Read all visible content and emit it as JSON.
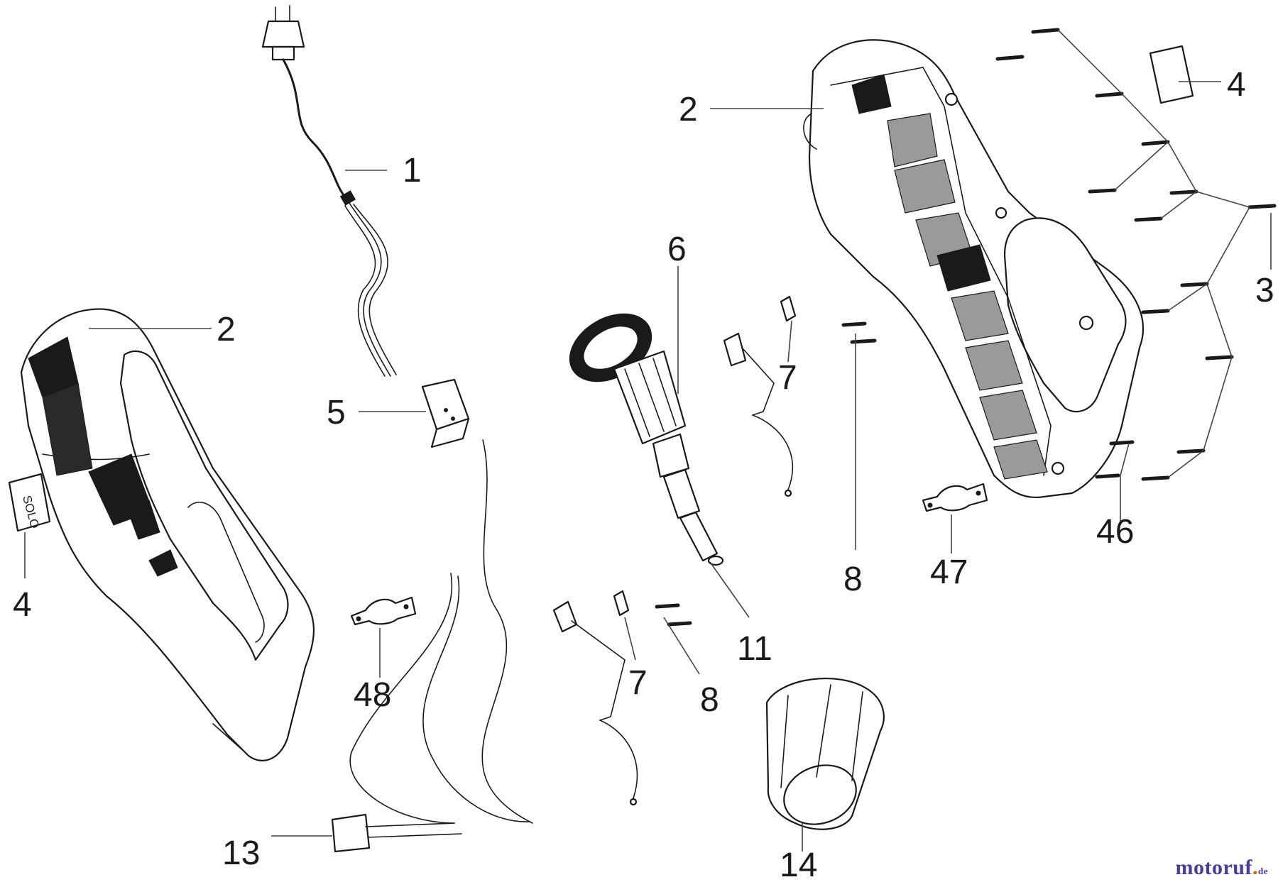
{
  "diagram": {
    "callouts": {
      "c1": "1",
      "c2_left": "2",
      "c2_right": "2",
      "c3": "3",
      "c4_left": "4",
      "c4_right": "4",
      "c5": "5",
      "c6": "6",
      "c7_top": "7",
      "c7_bottom": "7",
      "c8_right": "8",
      "c8_bottom": "8",
      "c11": "11",
      "c13": "13",
      "c14": "14",
      "c46": "46",
      "c47": "47",
      "c48": "48"
    },
    "badge_text": "SOLO"
  },
  "watermark": {
    "main": "motoruf",
    "tld": "de"
  }
}
